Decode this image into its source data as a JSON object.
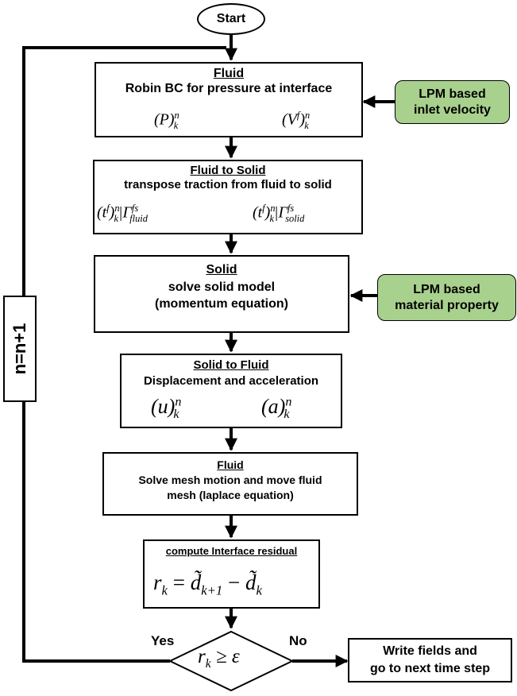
{
  "start": "Start",
  "loop_label": "n=n+1",
  "step1": {
    "title": "Fluid",
    "text": "Robin BC for pressure at interface",
    "left_base": "(P)",
    "left_sup": "n",
    "left_sub": "k",
    "right_base": "(V",
    "right_base_sup": "f",
    "right_close": ")",
    "right_sup": "n",
    "right_sub": "k"
  },
  "side_input_1": {
    "line1": "LPM based",
    "line2": "inlet velocity"
  },
  "step2": {
    "title": "Fluid to Solid",
    "text": "transpose traction from fluid to solid",
    "left_base": "(t",
    "left_base_sup": "f",
    "left_close": ")",
    "left_sup": "n",
    "left_sub": "k",
    "left_gamma": "|Γ",
    "left_gamma_sup": "fs",
    "left_gamma_sub": "fluid",
    "right_base": "(t",
    "right_base_sup": "f",
    "right_close": ")",
    "right_sup": "n",
    "right_sub": "k",
    "right_gamma": "|Γ",
    "right_gamma_sup": "fs",
    "right_gamma_sub": "solid"
  },
  "step3": {
    "title": "Solid",
    "line1": "solve solid model",
    "line2": "(momentum equation)"
  },
  "side_input_2": {
    "line1": "LPM based",
    "line2": "material property"
  },
  "step4": {
    "title": "Solid to Fluid",
    "text": "Displacement and acceleration",
    "u_base": "(u)",
    "u_sup": "n",
    "u_sub": "k",
    "a_base": "(a)",
    "a_sup": "n",
    "a_sub": "k"
  },
  "step5": {
    "title": "Fluid",
    "line1": "Solve mesh motion and move fluid",
    "line2": "mesh (laplace equation)"
  },
  "step6": {
    "title": "compute Interface residual",
    "r": "r",
    "r_sub": "k",
    "eq": " = ",
    "d1": "d̃",
    "d1_sub": "k+1",
    "minus": " − ",
    "d2": "d̃",
    "d2_sub": "k"
  },
  "decision": {
    "r": "r",
    "r_sub": "k",
    "rel": " ≥ ε",
    "yes": "Yes",
    "no": "No"
  },
  "end": {
    "line1": "Write fields and",
    "line2": "go to next time step"
  }
}
